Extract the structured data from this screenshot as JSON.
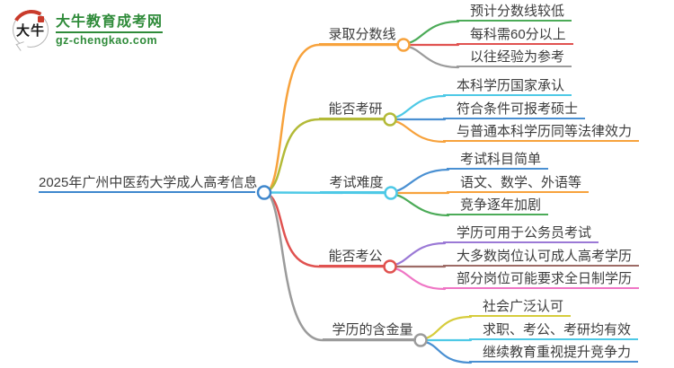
{
  "logo": {
    "icon_text": "大牛",
    "title": "大牛教育成考网",
    "domain": "gz-chengkao.com",
    "brand_green": "#2f8b3a",
    "seal_red": "#c93b2b"
  },
  "palette": {
    "root_blue": "#3e87cd",
    "orange": "#f7a23c",
    "olive": "#b3ba38",
    "cyan": "#4ec9e6",
    "red": "#e05250",
    "gray": "#9b9b9b",
    "green": "#4cab58",
    "blue": "#4a90d2",
    "purple": "#9b79d6",
    "brown": "#9d6b66",
    "pink": "#ef76c5",
    "yellow": "#d6cc3c",
    "text": "#3d3d3d"
  },
  "mindmap": {
    "root": {
      "label": "2025年广州中医药大学成人高考信息",
      "color": "#3e87cd"
    },
    "branches": [
      {
        "label": "录取分数线",
        "color": "#f7a23c",
        "children": [
          {
            "label": "预计分数线较低",
            "color": "#4cab58"
          },
          {
            "label": "每科需60分以上",
            "color": "#e05250"
          },
          {
            "label": "以往经验为参考",
            "color": "#9b9b9b"
          }
        ]
      },
      {
        "label": "能否考研",
        "color": "#b3ba38",
        "children": [
          {
            "label": "本科学历国家承认",
            "color": "#4ec9e6"
          },
          {
            "label": "符合条件可报考硕士",
            "color": "#4a90d2"
          },
          {
            "label": "与普通本科学历同等法律效力",
            "color": "#f7a23c"
          }
        ]
      },
      {
        "label": "考试难度",
        "color": "#4ec9e6",
        "children": [
          {
            "label": "考试科目简单",
            "color": "#4a90d2"
          },
          {
            "label": "语文、数学、外语等",
            "color": "#f7a23c"
          },
          {
            "label": "竞争逐年加剧",
            "color": "#4cab58"
          }
        ]
      },
      {
        "label": "能否考公",
        "color": "#e05250",
        "children": [
          {
            "label": "学历可用于公务员考试",
            "color": "#9b79d6"
          },
          {
            "label": "大多数岗位认可成人高考学历",
            "color": "#9d6b66"
          },
          {
            "label": "部分岗位可能要求全日制学历",
            "color": "#ef76c5"
          }
        ]
      },
      {
        "label": "学历的含金量",
        "color": "#9b9b9b",
        "children": [
          {
            "label": "社会广泛认可",
            "color": "#d6cc3c"
          },
          {
            "label": "求职、考公、考研均有效",
            "color": "#4ec9e6"
          },
          {
            "label": "继续教育重视提升竞争力",
            "color": "#4a90d2"
          }
        ]
      }
    ]
  }
}
